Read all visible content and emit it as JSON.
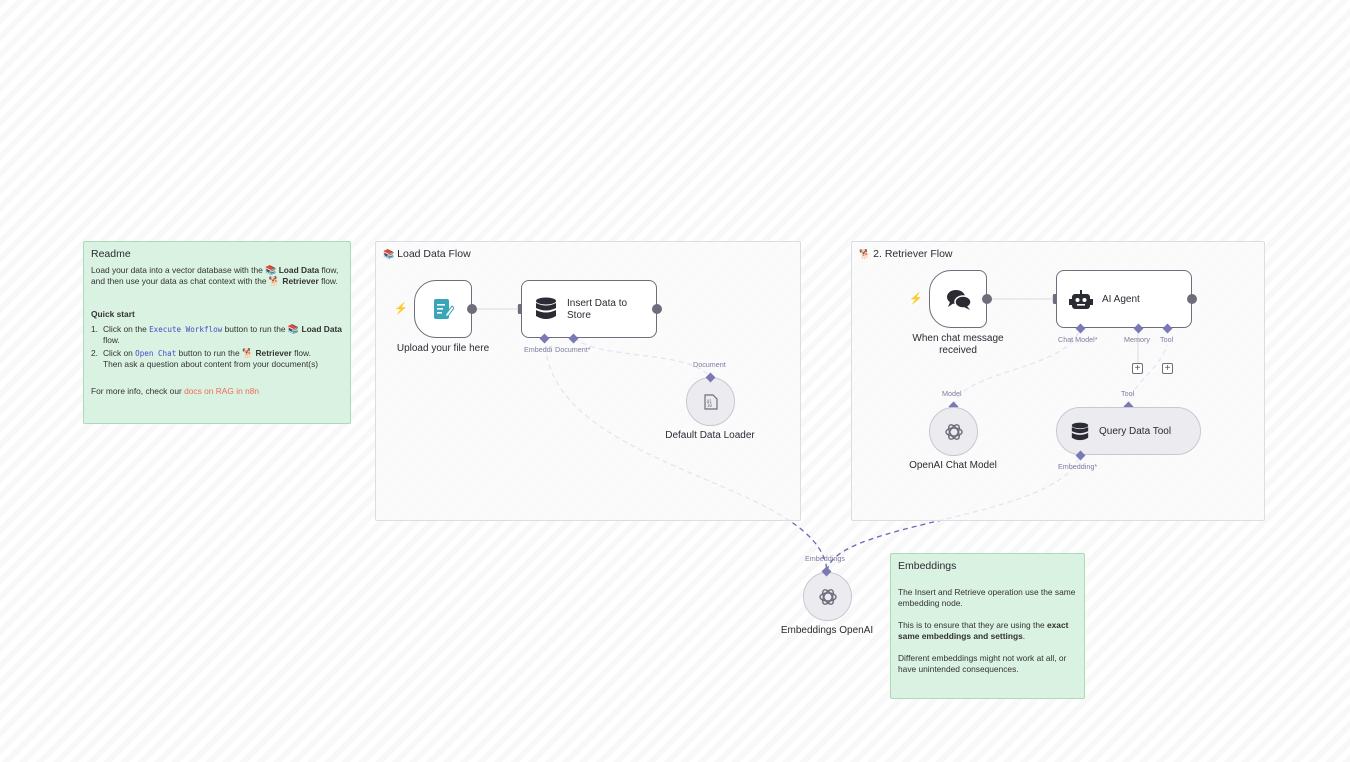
{
  "readme": {
    "title": "Readme",
    "intro_1": "Load your data into a vector database with the",
    "intro_load": "Load Data",
    "intro_2": "flow, and then use your data as chat context with the",
    "intro_retriever": "Retriever",
    "intro_3": "flow.",
    "quickstart_title": "Quick start",
    "step1_num": "1.",
    "step1_a": "Click on the",
    "step1_code": "Execute Workflow",
    "step1_b": "button to run the",
    "step1_bold": "Load Data",
    "step1_c": "flow.",
    "step2_num": "2.",
    "step2_a": "Click on",
    "step2_code": "Open Chat",
    "step2_b": "button to run the",
    "step2_bold": "Retriever",
    "step2_c": "flow.",
    "step2_d": "Then ask a question about content from your document(s)",
    "more_prefix": "For more info, check our",
    "more_link": "docs on RAG in n8n",
    "emoji_books": "📚",
    "emoji_dog": "🐕"
  },
  "load_flow": {
    "title": "Load Data Flow",
    "emoji": "📚",
    "upload_node": "Upload your file here",
    "insert_node_line1": "Insert Data to",
    "insert_node_line2": "Store",
    "port_embedding": "Embeddi",
    "port_document": "Document*",
    "loader_port": "Document",
    "loader_node": "Default Data Loader"
  },
  "retriever_flow": {
    "title": "2. Retriever Flow",
    "emoji": "🐕",
    "chat_trigger_line1": "When chat message",
    "chat_trigger_line2": "received",
    "agent_node": "AI Agent",
    "port_chat_model": "Chat Model*",
    "port_memory": "Memory",
    "port_tool": "Tool",
    "model_port": "Model",
    "chat_model_node": "OpenAI Chat Model",
    "tool_port": "Tool",
    "query_tool_node": "Query Data Tool",
    "embedding_port": "Embedding*"
  },
  "embeddings_node": {
    "port": "Embeddings",
    "label": "Embeddings OpenAI"
  },
  "embeddings_note": {
    "title": "Embeddings",
    "p1": "The Insert and Retrieve operation use the same embedding node.",
    "p2a": "This is to ensure that they are using the",
    "p2b": "exact same embeddings and settings",
    "p2c": ".",
    "p3": "Different embeddings might not work at all, or have unintended consequences."
  },
  "colors": {
    "sticky_green": "#daf2e1",
    "connector": "#6b66b3",
    "trigger_bolt": "#ec6b4e",
    "link": "#ea6f55",
    "upload_icon": "#3aa5b8"
  },
  "icons": [
    "bolt-icon",
    "file-edit-icon",
    "database-icon",
    "chat-bubbles-icon",
    "robot-icon",
    "openai-icon",
    "document-loader-icon",
    "plus-icon"
  ]
}
